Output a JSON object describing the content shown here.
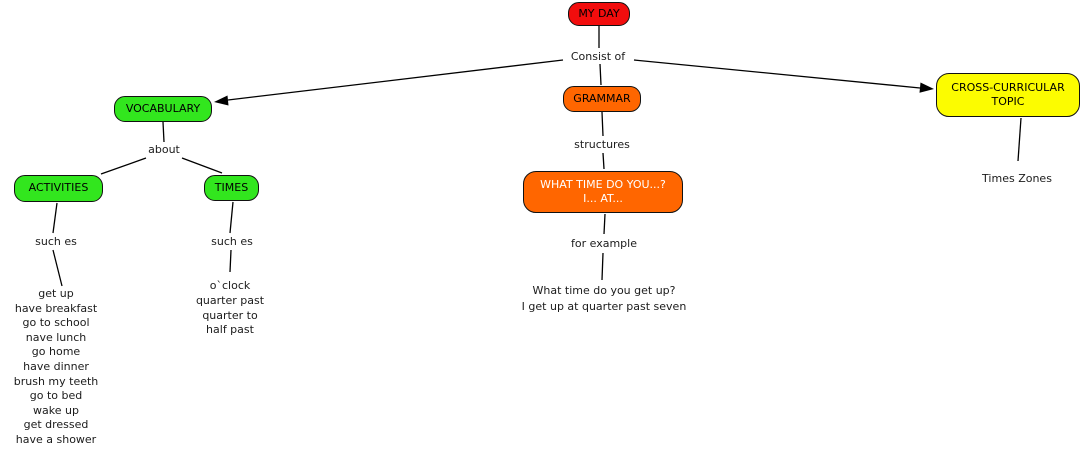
{
  "title": "MY DAY concept map",
  "colors": {
    "node_red": "#f20d0d",
    "node_green": "#32e61e",
    "node_orange": "#ff6600",
    "node_yellow": "#fcfc00",
    "line": "#000000",
    "what_time_text": "#ffffff"
  },
  "nodes": {
    "my_day": {
      "label": "MY DAY"
    },
    "vocabulary": {
      "label": "VOCABULARY"
    },
    "activities": {
      "label": "ACTIVITIES"
    },
    "times": {
      "label": "TIMES"
    },
    "grammar": {
      "label": "GRAMMAR"
    },
    "what_time": {
      "label": [
        "WHAT TIME DO YOU...?",
        "I... AT..."
      ]
    },
    "cross_curricular": {
      "label": [
        "CROSS-CURRICULAR",
        "TOPIC"
      ]
    }
  },
  "link_labels": {
    "consist_of": "Consist of",
    "about": "about",
    "such_es_activities": "such es",
    "such_es_times": "such es",
    "structures": "structures",
    "for_example": "for example"
  },
  "leaves": {
    "activities_list": [
      "get up",
      "have breakfast",
      "go to school",
      "nave lunch",
      "go home",
      "have dinner",
      "brush my teeth",
      "go to bed",
      "wake up",
      "get dressed",
      "have a shower"
    ],
    "times_list": [
      "o`clock",
      "quarter past",
      "quarter to",
      "half past"
    ],
    "example": [
      "What time do you get up?",
      "I get up at quarter past seven"
    ],
    "times_zones": "Times Zones"
  }
}
